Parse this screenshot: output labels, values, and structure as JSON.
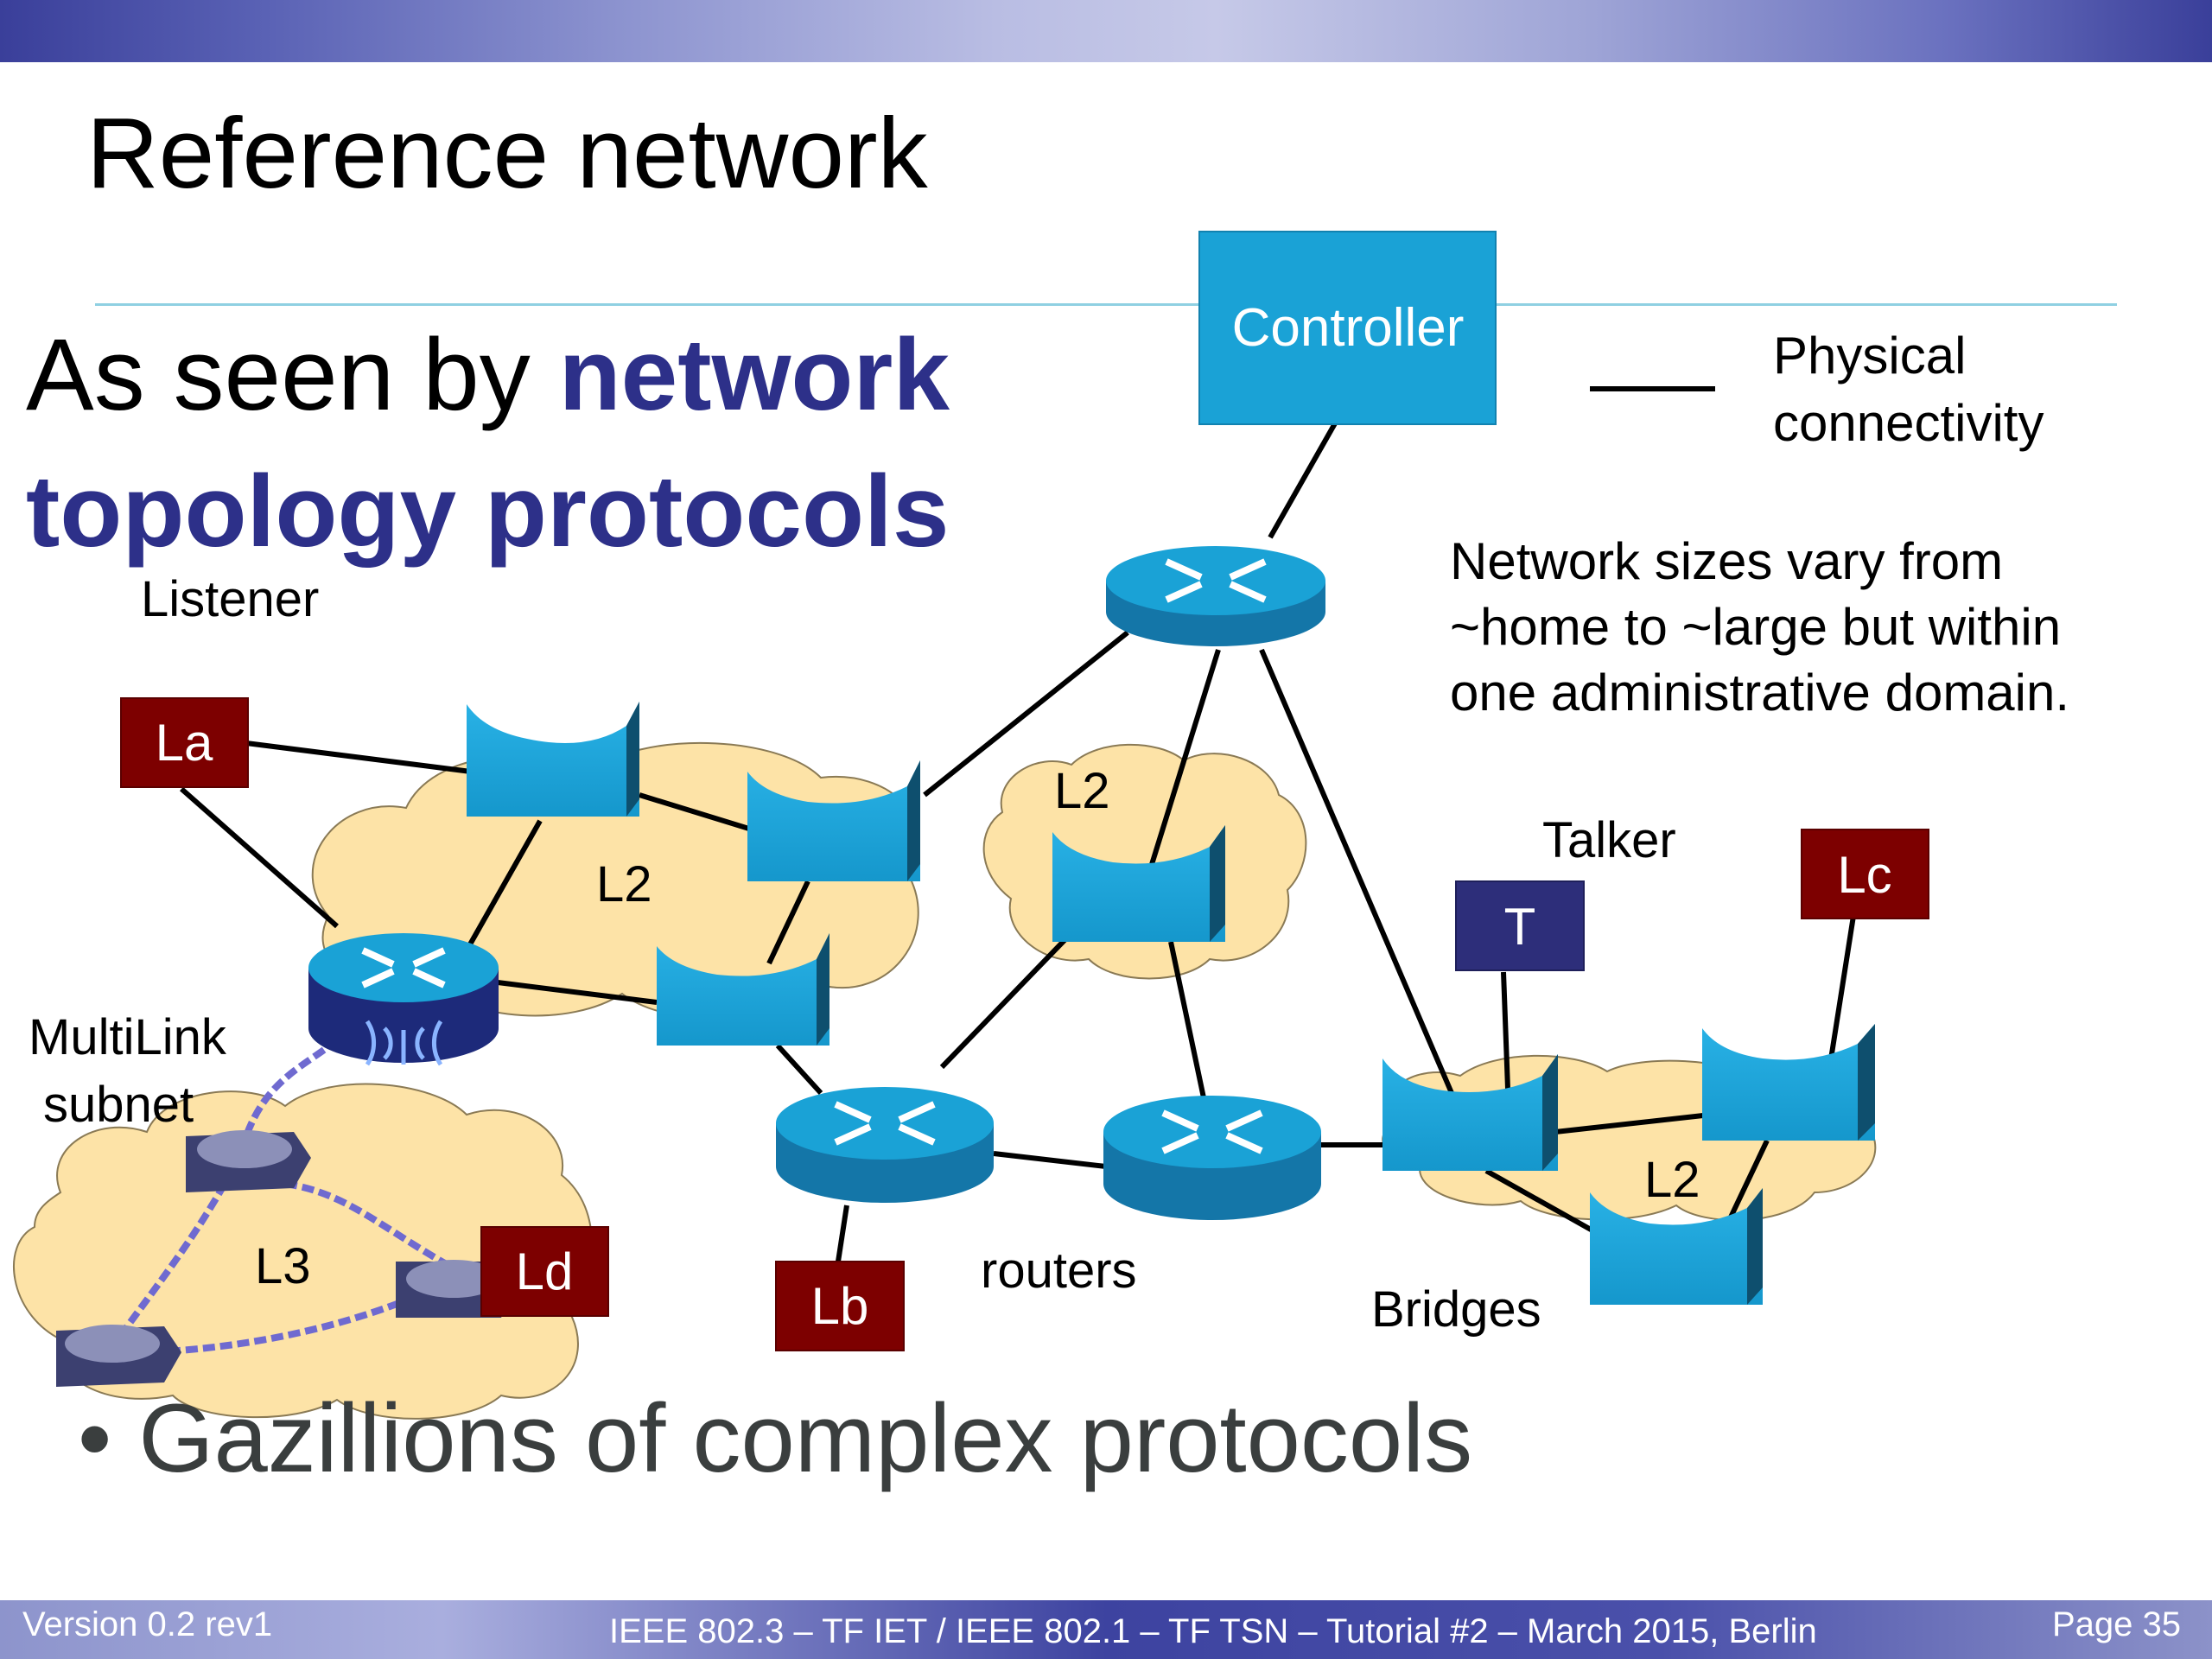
{
  "slide": {
    "title": "Reference network",
    "subtitle_plain": "As seen by ",
    "subtitle_highlight_1": "network",
    "subtitle_highlight_2": "topology protocols",
    "bullet": "Gazillions of complex protocols"
  },
  "legend": {
    "line1": "Physical",
    "line2": "connectivity"
  },
  "note": {
    "line1": "Network sizes vary from",
    "line2": "~home to ~large but within",
    "line3": "one administrative domain."
  },
  "labels": {
    "controller": "Controller",
    "listener": "Listener",
    "talker": "Talker",
    "multilink_1": "MultiLink",
    "multilink_2": "subnet",
    "routers": "routers",
    "bridges": "Bridges",
    "cloud_l2_left": "L2",
    "cloud_l2_center": "L2",
    "cloud_l2_right": "L2",
    "cloud_l3": "L3"
  },
  "endpoints": {
    "la": "La",
    "lb": "Lb",
    "lc": "Lc",
    "ld": "Ld",
    "t": "T"
  },
  "footer": {
    "version": "Version 0.2 rev1",
    "center": "IEEE 802.3 – TF IET / IEEE 802.1 – TF TSN – Tutorial #2 – March 2015, Berlin",
    "page": "Page 35"
  },
  "colors": {
    "highlight": "#2d3089",
    "device_blue": "#1aa2d6",
    "endpoint_red": "#7d0000",
    "talker_navy": "#2d2e7a",
    "cloud_fill": "#fde3a7"
  }
}
